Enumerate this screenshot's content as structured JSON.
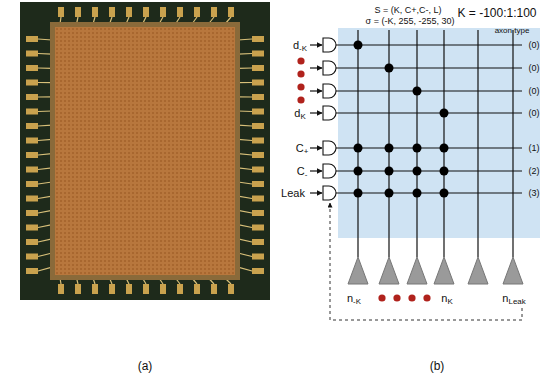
{
  "diagram": {
    "labels": [
      "S = (K, C+,C-, L)",
      "σ = (-K, 255, -255, 30)",
      "K = -100:1:100",
      "axon type",
      "d-K",
      "dK",
      "C+",
      "C-",
      "Leak",
      "(0)",
      "(0)",
      "(0)",
      "(0)",
      "(1)",
      "(2)",
      "(3)",
      "n-K",
      "nK",
      "nLeak",
      "(a)",
      "(b)"
    ]
  }
}
